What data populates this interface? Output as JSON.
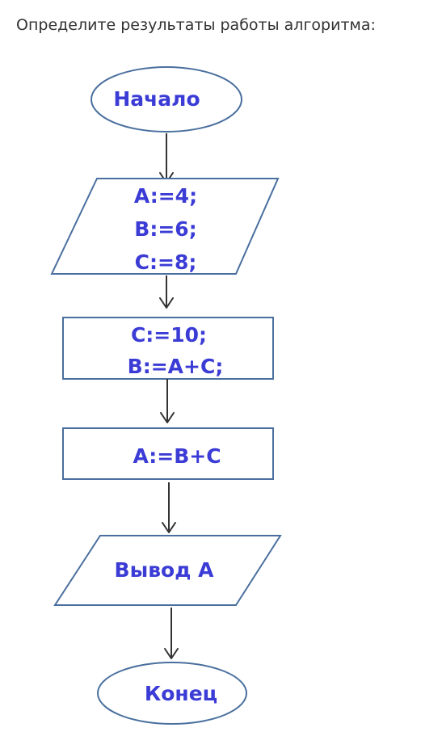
{
  "question": "Определите результаты работы алгоритма:",
  "flowchart": {
    "start": "Начало",
    "input": [
      "A:=4;",
      "B:=6;",
      "C:=8;"
    ],
    "process1": [
      "C:=10;",
      "B:=A+C;"
    ],
    "process2": "A:=B+C",
    "output": "Вывод А",
    "end": "Конец"
  }
}
